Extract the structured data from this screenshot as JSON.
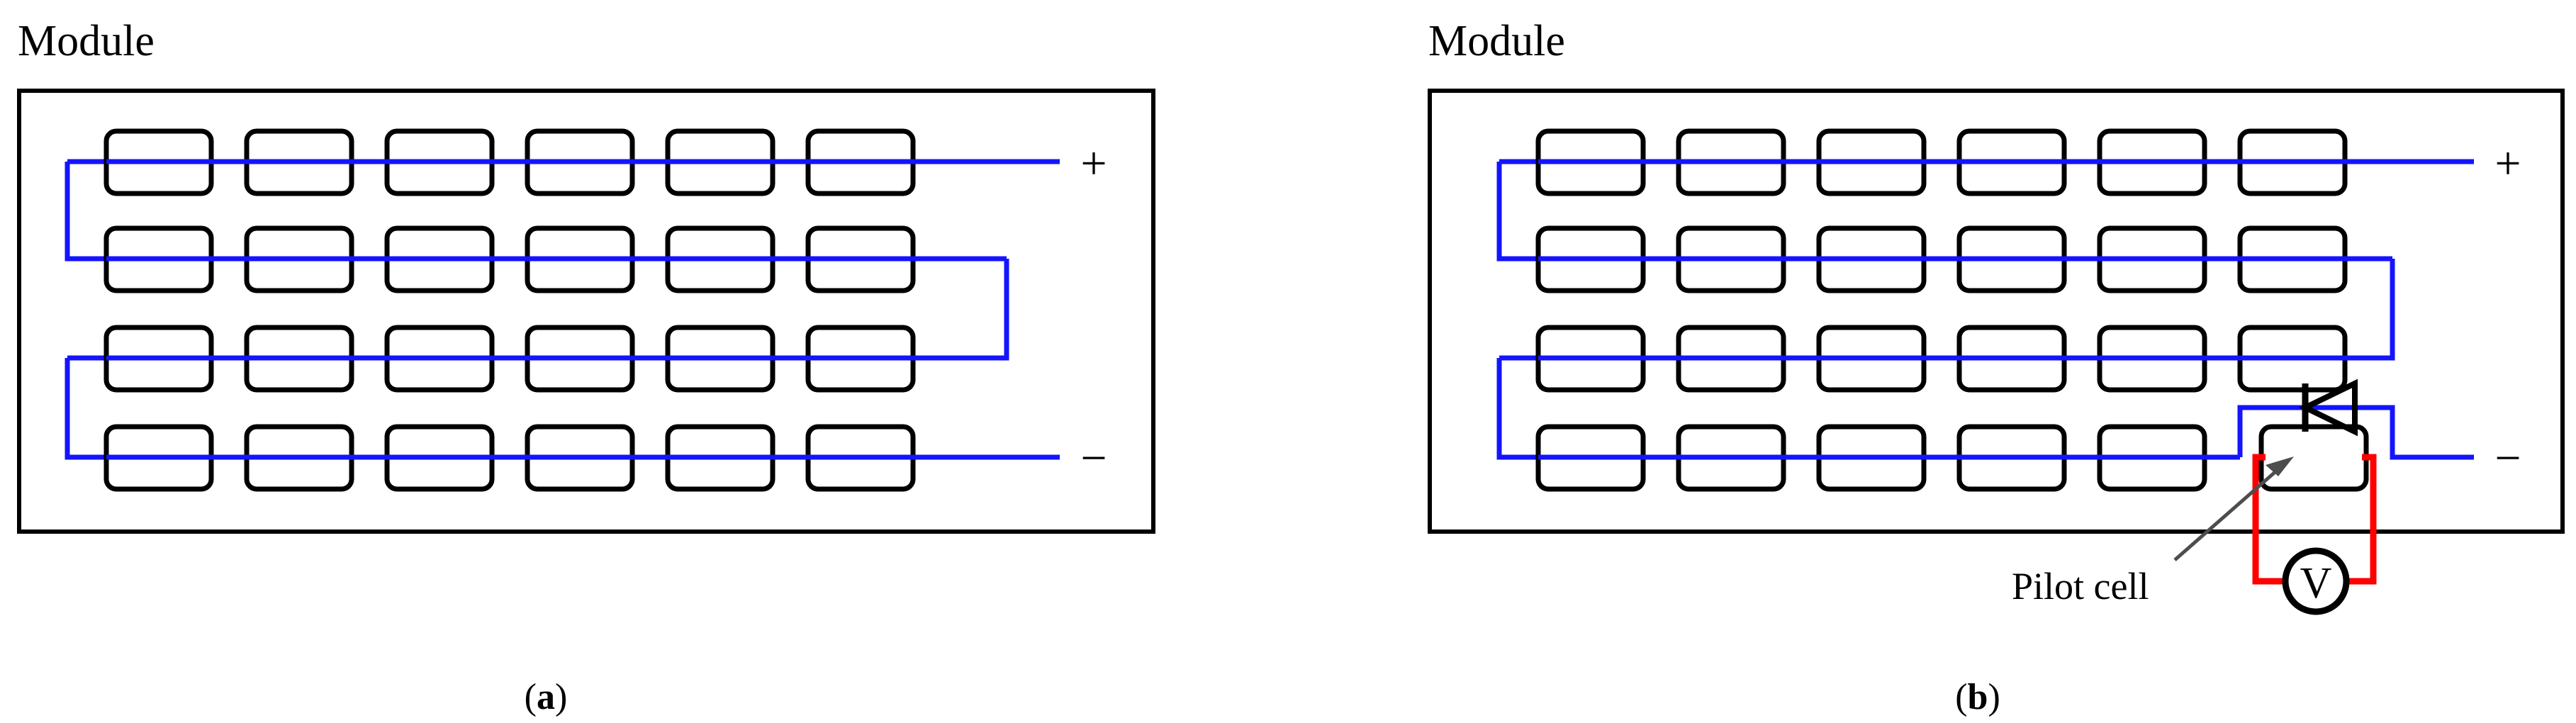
{
  "figure": {
    "background": "#ffffff",
    "colors": {
      "cell_outline": "#000000",
      "frame": "#000000",
      "wire_blue": "#1414ff",
      "wire_red": "#ff0000",
      "leader": "#4d4d4d",
      "text": "#000000"
    }
  },
  "panels": [
    {
      "id": "a",
      "title": "Module",
      "caption_open": "(",
      "caption_letter": "a",
      "caption_close": ")",
      "terminal_positive": "+",
      "terminal_negative": "−",
      "rows": 4,
      "columns": 6,
      "cells_total": 24,
      "has_pilot_cell": false,
      "has_bypass_diode": false,
      "has_voltmeter": false
    },
    {
      "id": "b",
      "title": "Module",
      "caption_open": "(",
      "caption_letter": "b",
      "caption_close": ")",
      "terminal_positive": "+",
      "terminal_negative": "−",
      "rows": 4,
      "columns": 6,
      "cells_total": 24,
      "has_pilot_cell": true,
      "pilot_cell_label": "Pilot cell",
      "pilot_cell_row": 4,
      "pilot_cell_column": 6,
      "has_bypass_diode": true,
      "bypass_diode_orientation": "cathode-left",
      "has_voltmeter": true,
      "voltmeter_symbol": "V"
    }
  ],
  "icons": {
    "diode": "bypass-diode-icon",
    "voltmeter": "voltmeter-icon",
    "plus": "plus-terminal-icon",
    "minus": "minus-terminal-icon",
    "leader": "leader-arrow-icon"
  }
}
